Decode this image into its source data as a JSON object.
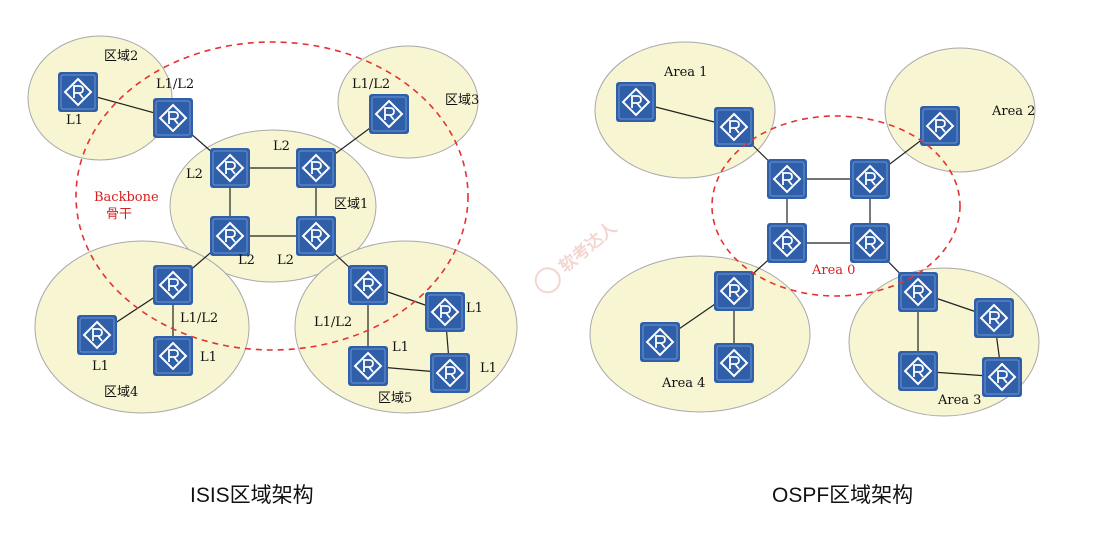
{
  "isis": {
    "areas": {
      "area2": "区域2",
      "area3": "区域3",
      "area1": "区域1",
      "area4": "区域4",
      "area5": "区域5"
    },
    "backbone_en": "Backbone",
    "backbone_zh": "骨干",
    "levels": {
      "l1": "L1",
      "l2": "L2",
      "l1l2": "L1/L2"
    },
    "caption": "ISIS区域架构"
  },
  "ospf": {
    "areas": {
      "area0": "Area 0",
      "area1": "Area 1",
      "area2": "Area 2",
      "area3": "Area 3",
      "area4": "Area 4"
    },
    "caption": "OSPF区域架构"
  },
  "watermark": "软考达人",
  "colors": {
    "area_fill": "#f7f5d2",
    "router_fill": "#2f5fa8",
    "backbone_stroke": "#e53232"
  },
  "icon": "router-icon"
}
